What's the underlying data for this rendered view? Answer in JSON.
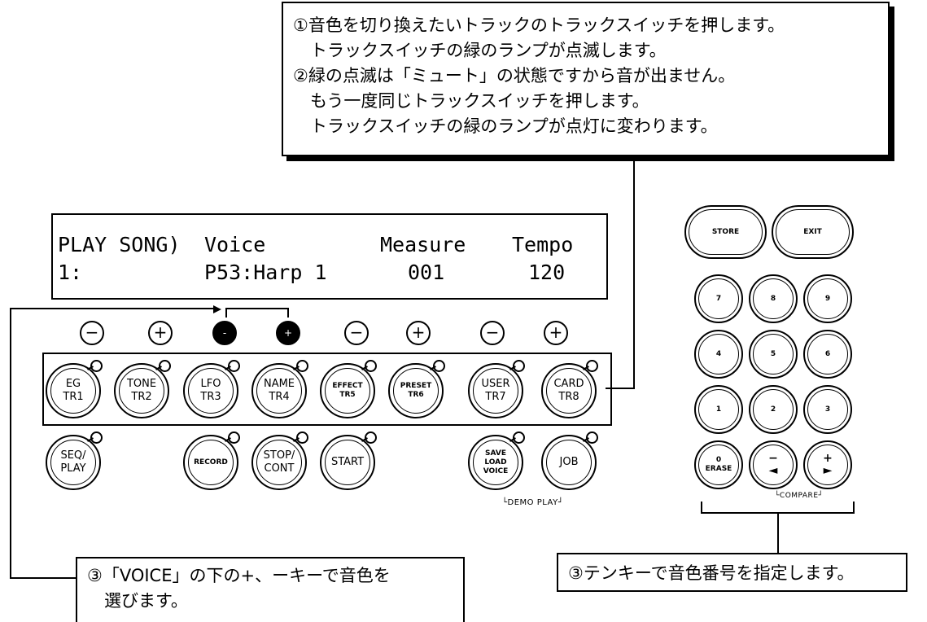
{
  "callout_top": {
    "lines": [
      "①音色を切り換えたいトラックのトラックスイッチを押します。",
      "　トラックスイッチの緑のランプが点滅します。",
      "②緑の点滅は「ミュート」の状態ですから音が出ません。",
      "　もう一度同じトラックスイッチを押します。",
      "　トラックスイッチの緑のランプが点灯に変わります。"
    ]
  },
  "lcd": {
    "row1": {
      "mode": "PLAY SONG)",
      "voice": "Voice",
      "measure": "Measure",
      "tempo": "Tempo"
    },
    "row2": {
      "track": "1:",
      "voice": "P53:Harp 1",
      "measure": "001",
      "tempo": "120"
    }
  },
  "pm_keys": [
    "−",
    "+",
    "-",
    "+",
    "−",
    "+",
    "−",
    "+"
  ],
  "track_buttons": [
    {
      "top": "EG",
      "bottom": "TR1"
    },
    {
      "top": "TONE",
      "bottom": "TR2"
    },
    {
      "top": "LFO",
      "bottom": "TR3"
    },
    {
      "top": "NAME",
      "bottom": "TR4"
    },
    {
      "top": "EFFECT",
      "bottom": "TR5"
    },
    {
      "top": "PRESET",
      "bottom": "TR6"
    },
    {
      "top": "USER",
      "bottom": "TR7"
    },
    {
      "top": "CARD",
      "bottom": "TR8"
    }
  ],
  "func_buttons": {
    "seq_play": {
      "top": "SEQ/",
      "bottom": "PLAY"
    },
    "record": "RECORD",
    "stop_cont": {
      "top": "STOP/",
      "bottom": "CONT"
    },
    "start": "START",
    "save_load": {
      "l1": "SAVE",
      "l2": "LOAD",
      "l3": "VOICE"
    },
    "job": "JOB"
  },
  "demo_play_label": "└DEMO PLAY┘",
  "keypad": {
    "store": "STORE",
    "exit": "EXIT",
    "digits": [
      "7",
      "8",
      "9",
      "4",
      "5",
      "6",
      "1",
      "2",
      "3"
    ],
    "zero": {
      "top": "0",
      "bottom": "ERASE"
    },
    "minus": {
      "top": "−",
      "bottom": "◄"
    },
    "plus": {
      "top": "+",
      "bottom": "►"
    },
    "compare_label": "└COMPARE┘"
  },
  "callout_bottom_left": {
    "lines": [
      "③「VOICE」の下の+、ーキーで音色を",
      "　選びます。"
    ]
  },
  "callout_bottom_right": {
    "text": "③テンキーで音色番号を指定します。"
  }
}
